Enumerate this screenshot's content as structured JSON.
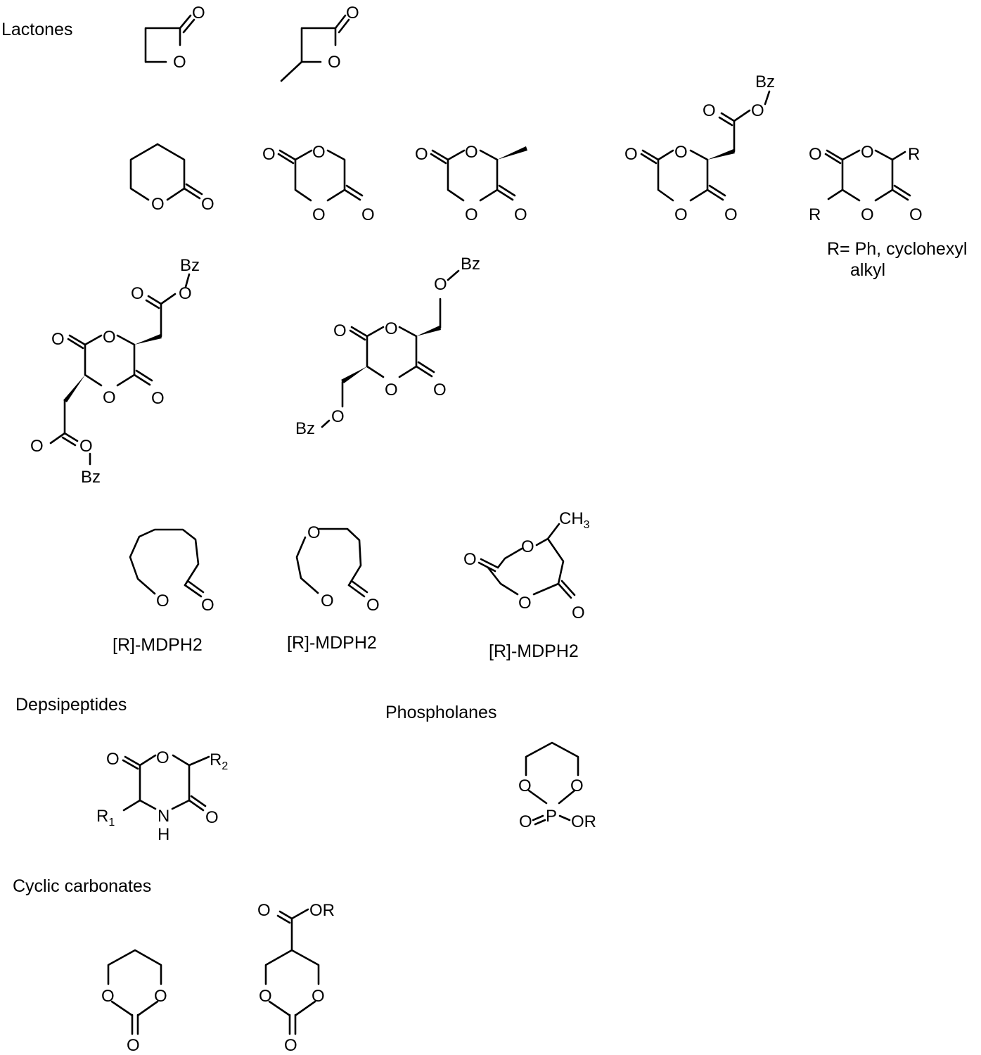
{
  "headings": {
    "lactones": "Lactones",
    "depsipeptides": "Depsipeptides",
    "phospholanes": "Phospholanes",
    "cyclic_carbonates": "Cyclic carbonates"
  },
  "atoms": {
    "oxygen": "O",
    "nitrogen": "N",
    "hydrogen": "H",
    "phosphorus": "P",
    "benzyl": "Bz",
    "r_group": "R",
    "alkoxy": "OR",
    "methyl_c": "CH",
    "methyl_sub": "3",
    "r1_main": "R",
    "r1_sub": "1",
    "r2_main": "R",
    "r2_sub": "2"
  },
  "r_definition": {
    "line1": "R= Ph, cyclohexyl",
    "line2": "alkyl"
  },
  "monomer_labels": {
    "caprolactone": "[R]-MDPH2",
    "dioxepanone": "[R]-MDPH2",
    "methyl_dioxepanedione": "[R]-MDPH2"
  },
  "colors": {
    "ink": "#000000",
    "background": "#ffffff"
  }
}
